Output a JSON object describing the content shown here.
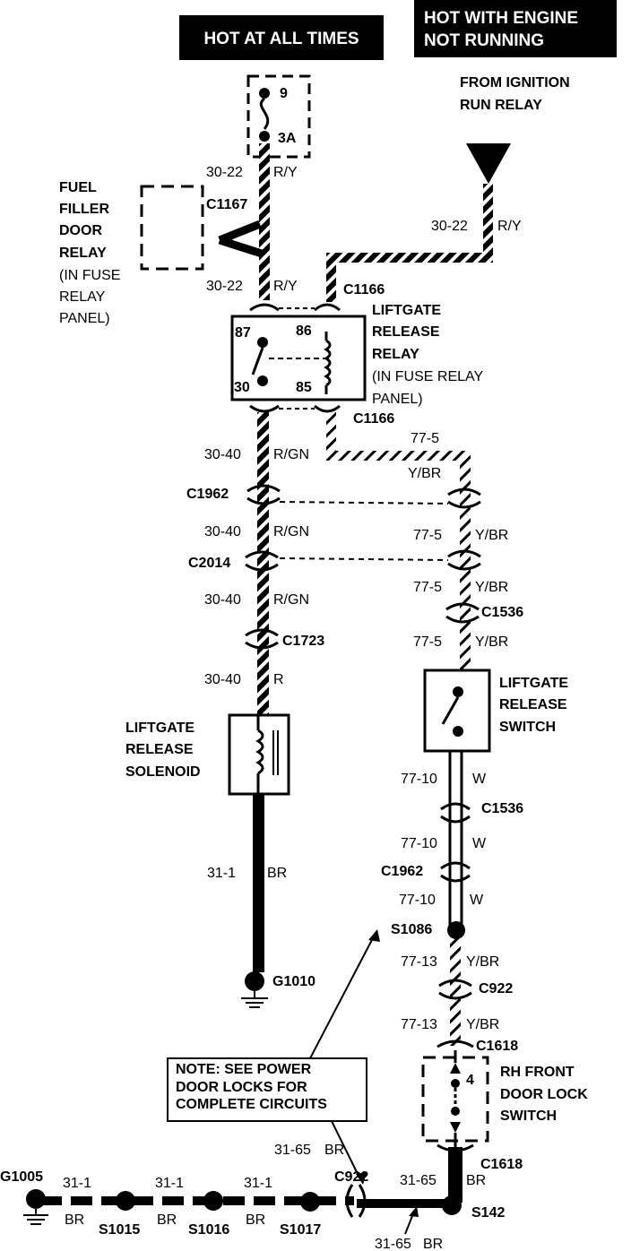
{
  "headers": {
    "hot_at_all_times": "HOT AT ALL TIMES",
    "hot_engine_line1": "HOT WITH ENGINE",
    "hot_engine_line2": "NOT RUNNING"
  },
  "source": {
    "line1": "FROM IGNITION",
    "line2": "RUN RELAY"
  },
  "fuse": {
    "number": "9",
    "rating": "3A"
  },
  "fuel_filler_relay": [
    "FUEL",
    "FILLER",
    "DOOR",
    "RELAY",
    "(IN FUSE",
    "RELAY",
    "PANEL)"
  ],
  "liftgate_relay": [
    "LIFTGATE",
    "RELEASE",
    "RELAY",
    "(IN FUSE RELAY",
    "PANEL)"
  ],
  "relay_pins": {
    "p87": "87",
    "p86": "86",
    "p30": "30",
    "p85": "85"
  },
  "liftgate_solenoid": [
    "LIFTGATE",
    "RELEASE",
    "SOLENOID"
  ],
  "liftgate_switch": [
    "LIFTGATE",
    "RELEASE",
    "SWITCH"
  ],
  "door_lock_switch": [
    "RH FRONT",
    "DOOR LOCK",
    "SWITCH"
  ],
  "door_lock_pin": "4",
  "note": [
    "NOTE:  SEE POWER",
    "DOOR LOCKS FOR",
    "COMPLETE CIRCUITS"
  ],
  "connectors": {
    "c1167": "C1167",
    "c1166_top": "C1166",
    "c1166_bottom": "C1166",
    "c1962_left": "C1962",
    "c2014": "C2014",
    "c1723": "C1723",
    "c1536_a": "C1536",
    "c1536_b": "C1536",
    "c1962_right": "C1962",
    "c922_right": "C922",
    "c1618_top": "C1618",
    "c1618_bottom": "C1618",
    "c922_bottom": "C922"
  },
  "splices": {
    "s1086": "S1086",
    "s142": "S142",
    "s1015": "S1015",
    "s1016": "S1016",
    "s1017": "S1017"
  },
  "grounds": {
    "g1010": "G1010",
    "g1005": "G1005"
  },
  "wires": {
    "w1_circuit": "30-22",
    "w1_color": "R/Y",
    "w2_circuit": "30-22",
    "w2_color": "R/Y",
    "w3_circuit": "30-22",
    "w3_color": "R/Y",
    "w4_circuit": "30-40",
    "w4_color": "R/GN",
    "w5_circuit": "30-40",
    "w5_color": "R/GN",
    "w6_circuit": "30-40",
    "w6_color": "R/GN",
    "w7_circuit": "30-40",
    "w7_color": "R",
    "w8_circuit": "31-1",
    "w8_color": "BR",
    "w9_circuit": "77-5",
    "w9_color": "Y/BR",
    "w10_circuit": "77-5",
    "w10_color": "Y/BR",
    "w11_circuit": "77-5",
    "w11_color": "Y/BR",
    "w12_circuit": "77-5",
    "w12_color": "Y/BR",
    "w13_circuit": "77-10",
    "w13_color": "W",
    "w14_circuit": "77-10",
    "w14_color": "W",
    "w15_circuit": "77-10",
    "w15_color": "W",
    "w16_circuit": "77-13",
    "w16_color": "Y/BR",
    "w17_circuit": "77-13",
    "w17_color": "Y/BR",
    "w18_circuit": "31-65",
    "w18_color": "BR",
    "w19_circuit": "31-65",
    "w19_color": "BR",
    "w20_circuit": "31-65",
    "w20_color": "BR",
    "g1_circuit": "31-1",
    "g1_color": "BR",
    "g2_circuit": "31-1",
    "g2_color": "BR",
    "g3_circuit": "31-1",
    "g3_color": "BR"
  },
  "colors": {
    "ink": "#000000",
    "paper": "#ffffff"
  }
}
